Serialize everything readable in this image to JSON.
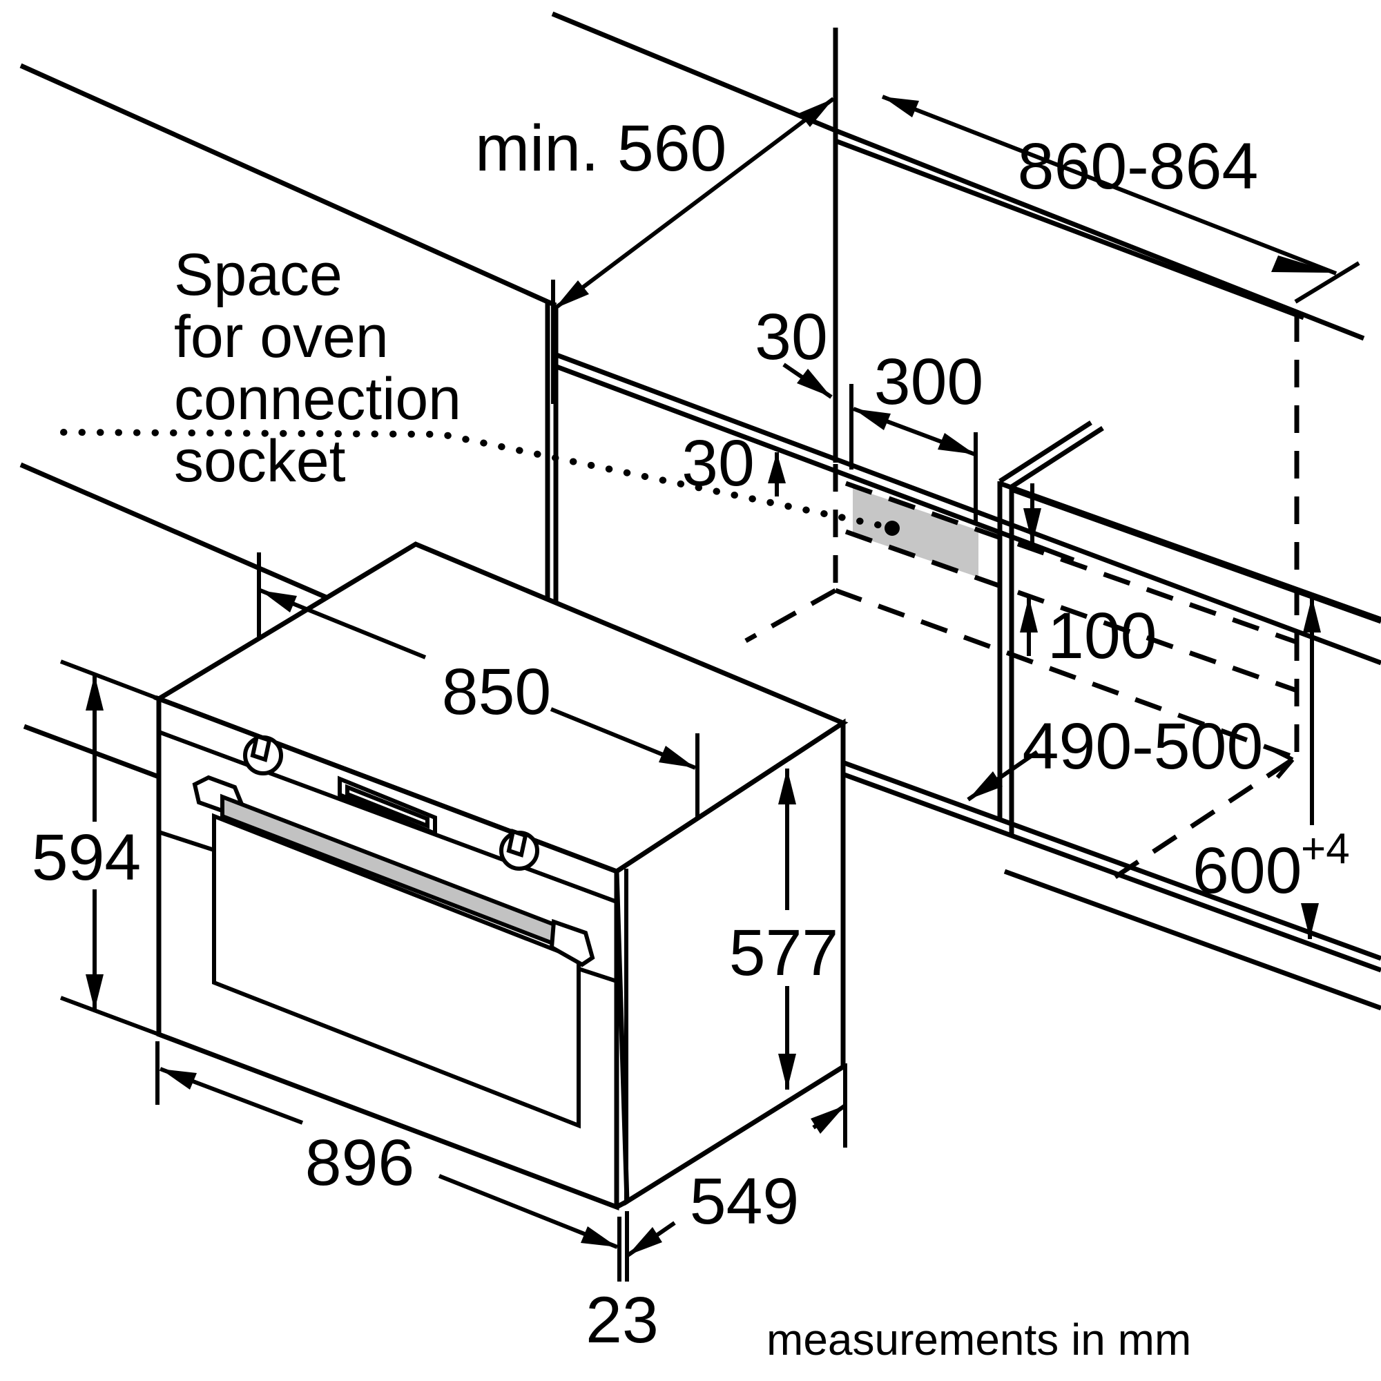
{
  "colors": {
    "line": "#000000",
    "background": "#ffffff",
    "socket_fill": "#c6c6c6",
    "handle_fill": "#c2c2c2"
  },
  "annotation": {
    "line1": "Space",
    "line2": "for oven",
    "line3": "connection",
    "line4": "socket"
  },
  "dimensions": {
    "niche_depth_min": "min. 560",
    "niche_width": "860-864",
    "socket_clearance_top": "30",
    "socket_clearance_side": "30",
    "socket_width": "300",
    "socket_height_offset": "100",
    "worktop_depth": "490-500",
    "niche_height": "600",
    "niche_height_tolerance": "+4",
    "oven_case_width": "850",
    "oven_front_height": "594",
    "oven_case_height": "577",
    "oven_front_width": "896",
    "oven_depth": "549",
    "door_overhang": "23"
  },
  "footer": {
    "units_note": "measurements in mm"
  }
}
